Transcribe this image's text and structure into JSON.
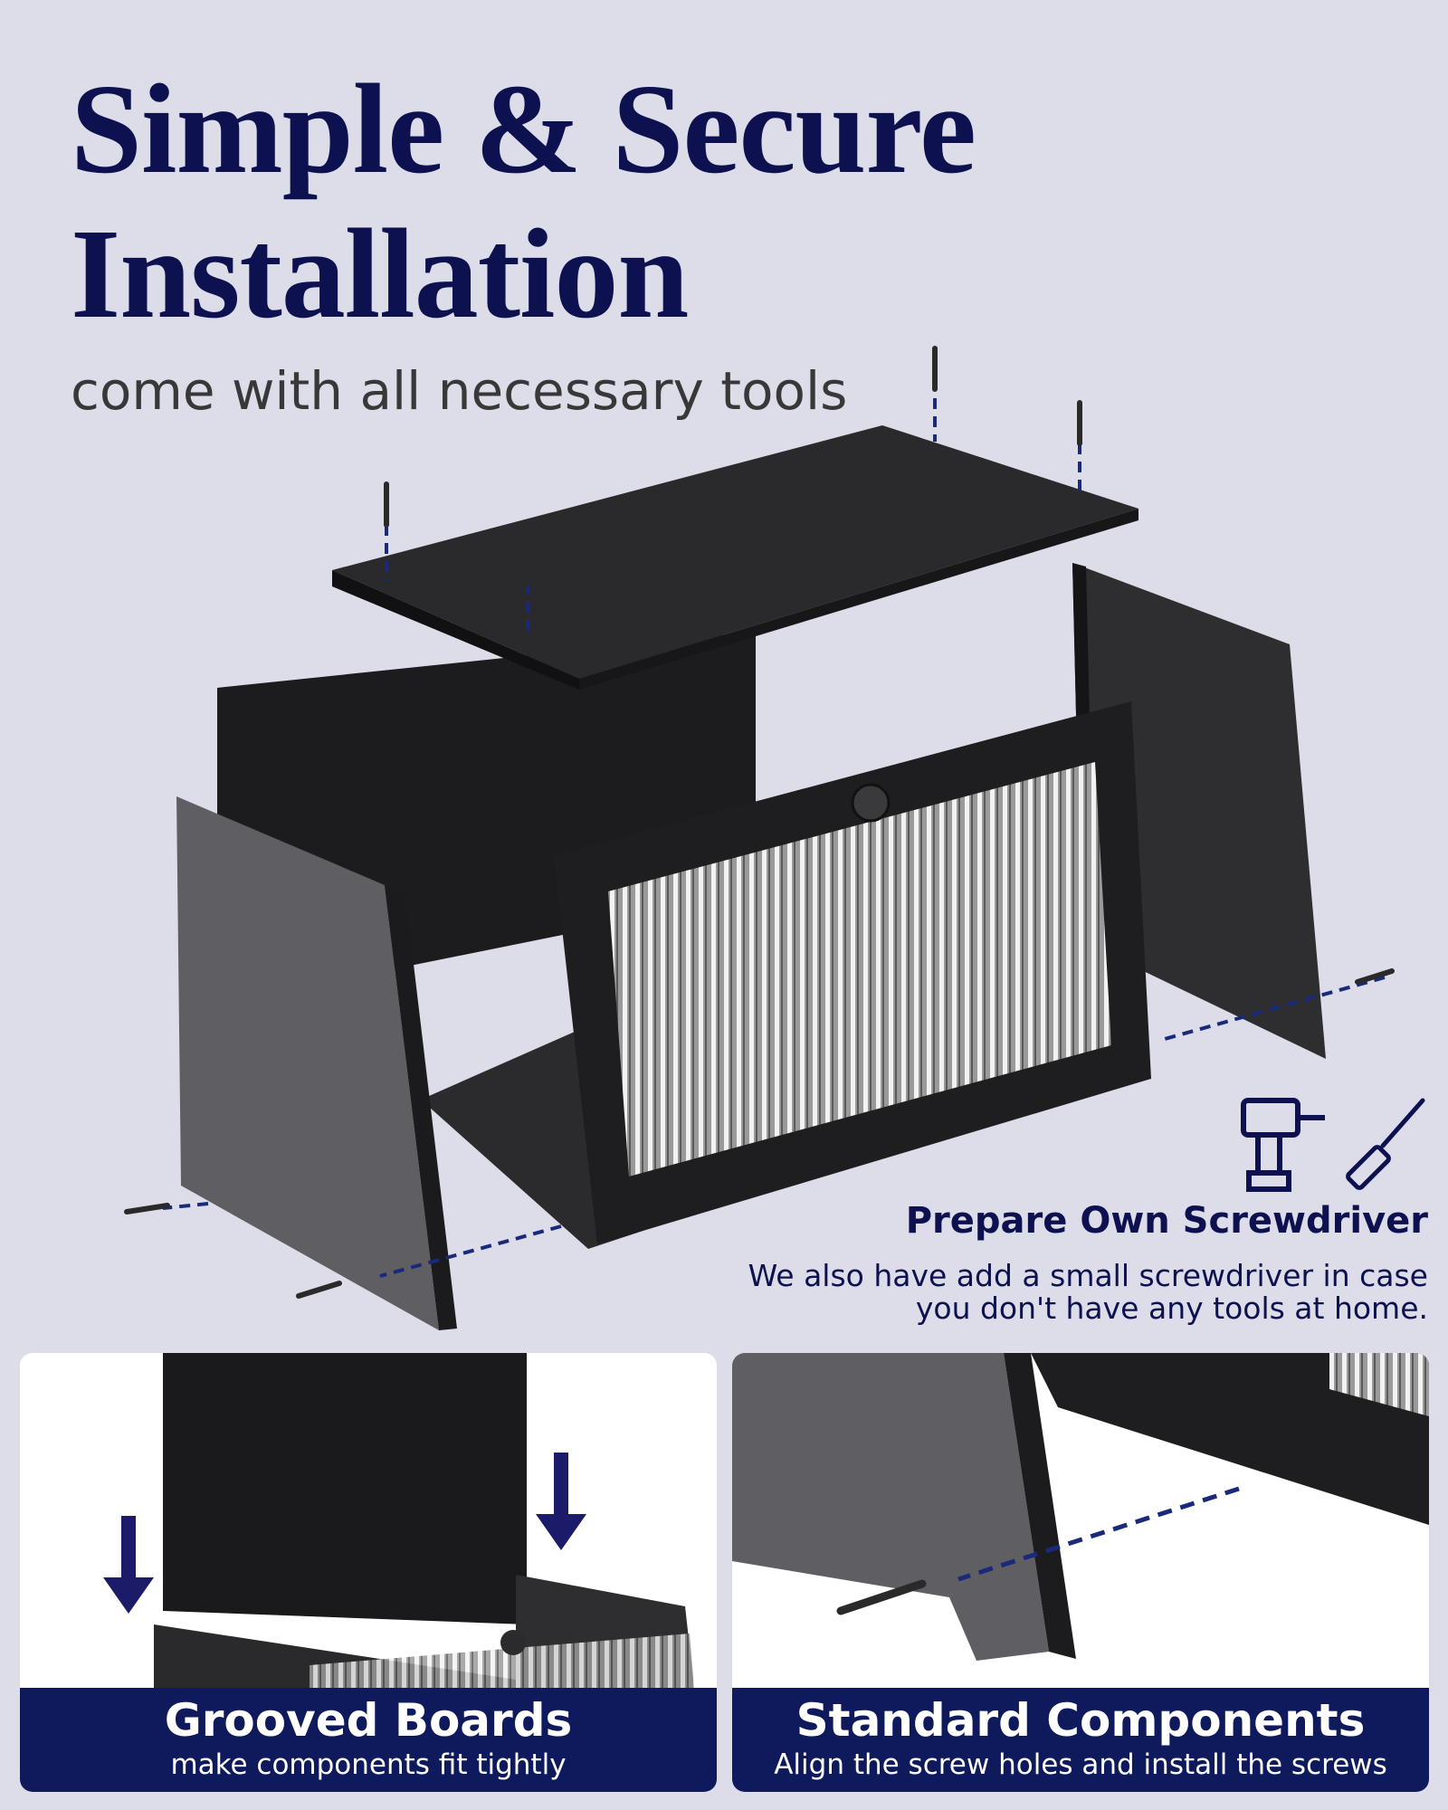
{
  "header": {
    "title_line1": "Simple & Secure",
    "title_line2": "Installation",
    "subtitle": "come with all necessary tools"
  },
  "tools_note": {
    "title": "Prepare Own Screwdriver",
    "desc_line1": "We also have add a small screwdriver in case",
    "desc_line2": "you don't have any tools at home.",
    "icons": [
      "power-drill-icon",
      "screwdriver-icon"
    ]
  },
  "panels": [
    {
      "title": "Grooved Boards",
      "subtitle": "make components fit tightly",
      "icon": "down-arrow-icon"
    },
    {
      "title": "Standard Components",
      "subtitle": "Align the screw holes and install the screws"
    }
  ],
  "colors": {
    "background": "#dcdde8",
    "accent_navy": "#0d1150",
    "caption_bar": "#0e1a5c",
    "board_black": "#1c1c1e"
  }
}
